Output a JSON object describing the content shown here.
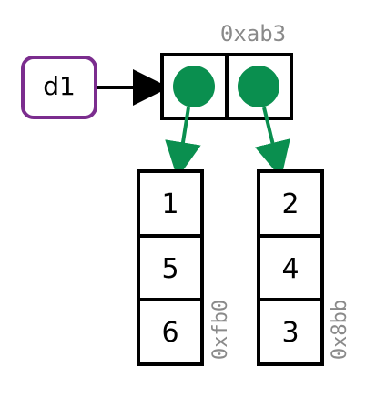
{
  "diagram": {
    "variable": {
      "name": "d1",
      "border_color": "#7B2D8E"
    },
    "list": {
      "address": "0xab3",
      "pointer_color": "#0A8F4F"
    },
    "columns": [
      {
        "address": "0xfb0",
        "values": [
          "1",
          "5",
          "6"
        ]
      },
      {
        "address": "0x8bb",
        "values": [
          "2",
          "4",
          "3"
        ]
      }
    ],
    "colors": {
      "line": "#000000",
      "address_text": "#8A8A8A",
      "background": "#FFFFFF"
    }
  }
}
